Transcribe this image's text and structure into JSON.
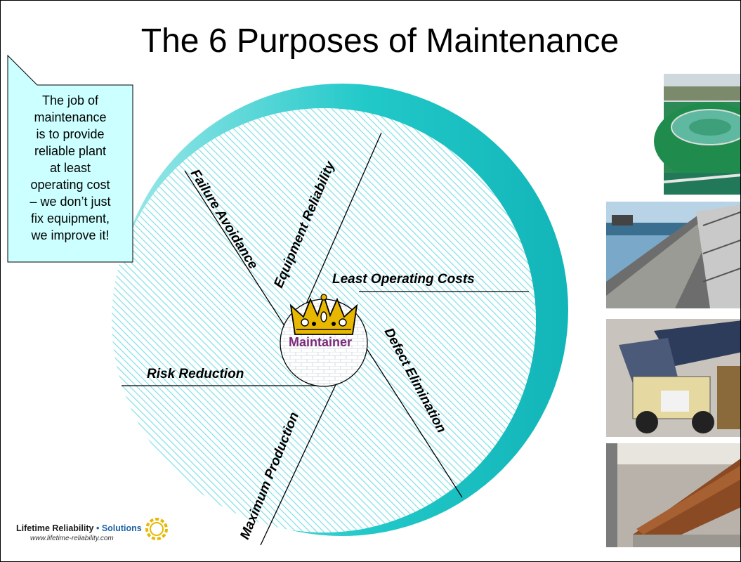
{
  "title": "The 6 Purposes of Maintenance",
  "callout": {
    "lines": [
      "The job of",
      "maintenance",
      "is to provide",
      "reliable plant",
      "at least",
      "operating cost",
      "– we don’t just",
      "fix equipment,",
      "we improve it!"
    ]
  },
  "center_label": "Maintainer",
  "segments": {
    "failure_avoidance": "Failure Avoidance",
    "equipment_reliability": "Equipment Reliability",
    "least_operating_costs": "Least Operating Costs",
    "defect_elimination": "Defect Elimination",
    "maximum_production": "Maximum Production",
    "risk_reduction": "Risk Reduction"
  },
  "logo": {
    "name_part1": "Lifetime Reliability",
    "separator": "•",
    "name_part2": "Solutions",
    "url": "www.lifetime-reliability.com"
  },
  "photos": [
    "water-treatment-tank-photo",
    "conveyor-belt-photo",
    "mining-truck-loading-photo",
    "rotary-kiln-photo"
  ],
  "colors": {
    "teal": "#22c9c9",
    "hatch": "#7fe0e6",
    "callout_fill": "#ccffff",
    "maintainer_text": "#7a2a7a",
    "crown_gold": "#e8b800"
  }
}
